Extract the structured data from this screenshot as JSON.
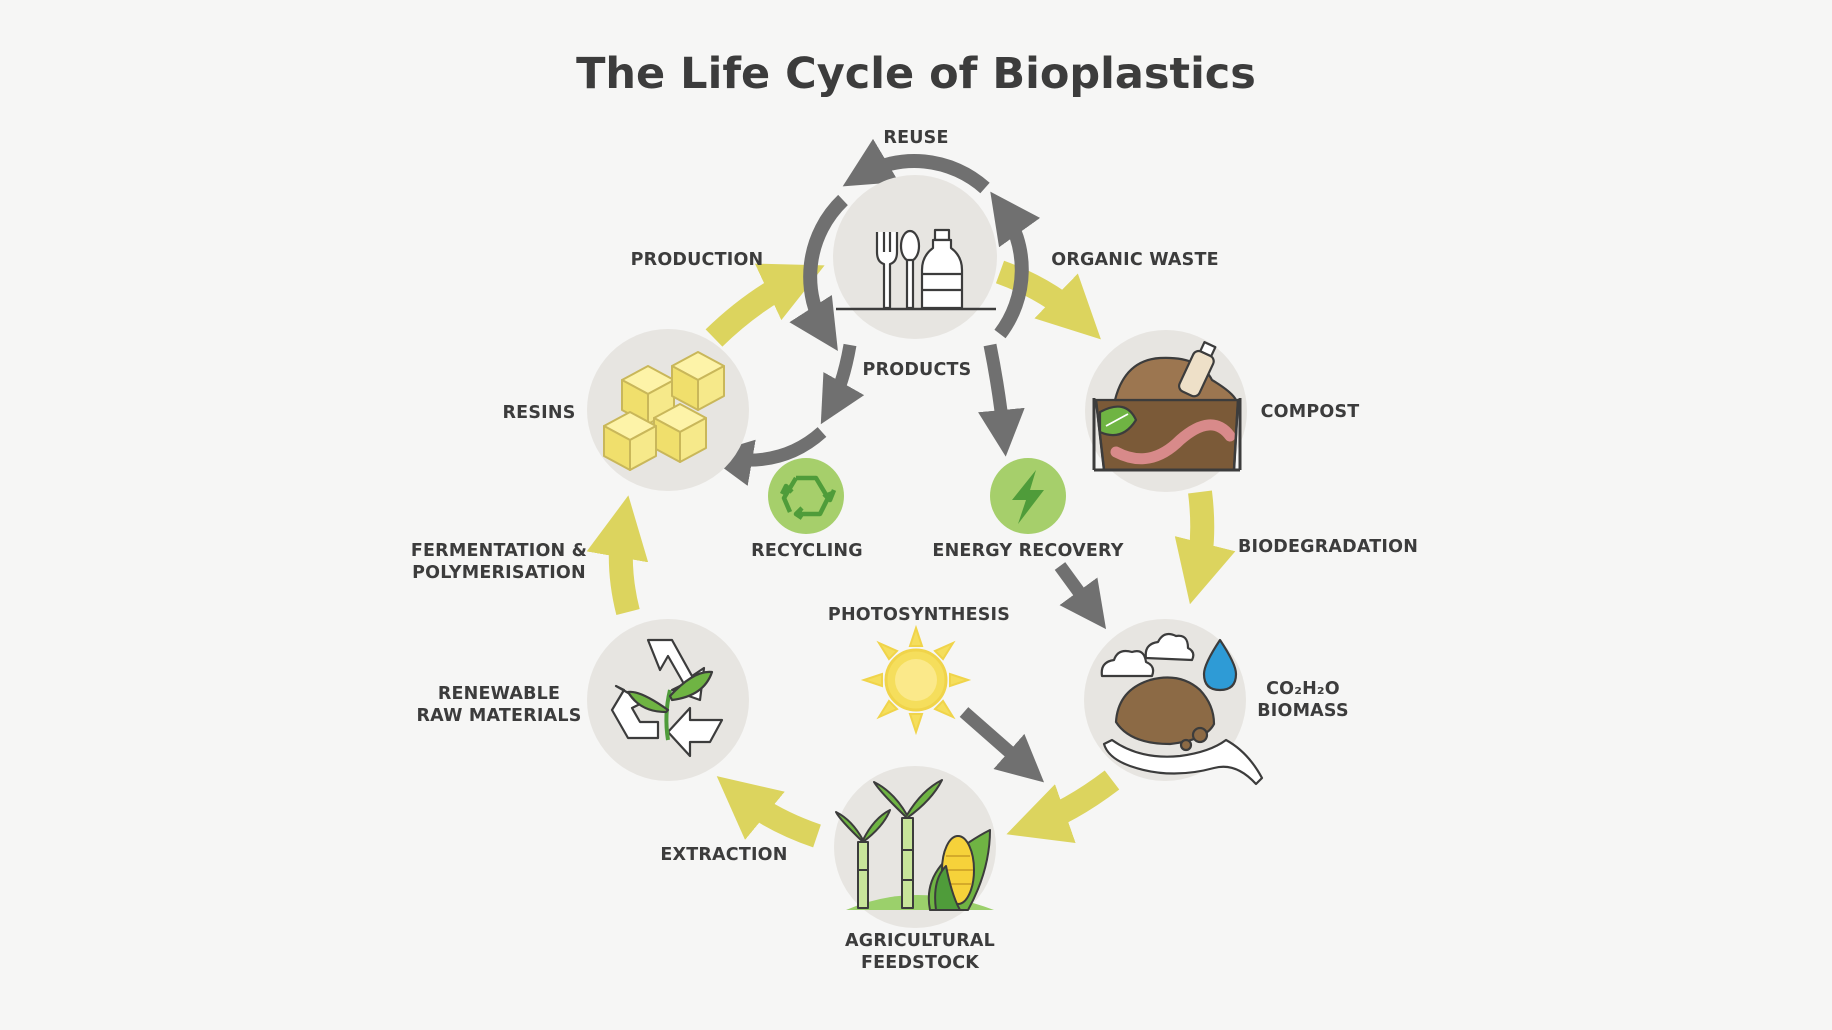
{
  "title": "The Life Cycle of Bioplastics",
  "labels": {
    "reuse": "REUSE",
    "production": "PRODUCTION",
    "organic_waste": "ORGANIC WASTE",
    "products": "PRODUCTS",
    "resins": "RESINS",
    "compost": "COMPOST",
    "recycling": "RECYCLING",
    "energy_recovery": "ENERGY RECOVERY",
    "biodegradation": "BIODEGRADATION",
    "fermentation_1": "FERMENTATION &",
    "fermentation_2": "POLYMERISATION",
    "photosynthesis": "PHOTOSYNTHESIS",
    "renewable_1": "RENEWABLE",
    "renewable_2": "RAW MATERIALS",
    "biomass_1": "CO₂H₂O",
    "biomass_2": "BIOMASS",
    "extraction": "EXTRACTION",
    "feedstock_1": "AGRICULTURAL",
    "feedstock_2": "FEEDSTOCK"
  },
  "colors": {
    "background": "#f6f6f5",
    "node_circle": "#e7e5e1",
    "yellow_arrow": "#dcd45e",
    "gray_arrow": "#707070",
    "green_badge": "#a6cf6b",
    "text": "#3c3c3c"
  },
  "icons": {
    "products": "cutlery-bottle-icon",
    "compost": "compost-bin-worm-icon",
    "biomass": "hand-soil-cloud-drop-icon",
    "feedstock": "sugarcane-corn-icon",
    "renewable": "recycle-sprout-icon",
    "resins": "resin-cubes-icon",
    "recycling": "recycle-icon",
    "energy": "lightning-icon",
    "sun": "sun-icon"
  }
}
